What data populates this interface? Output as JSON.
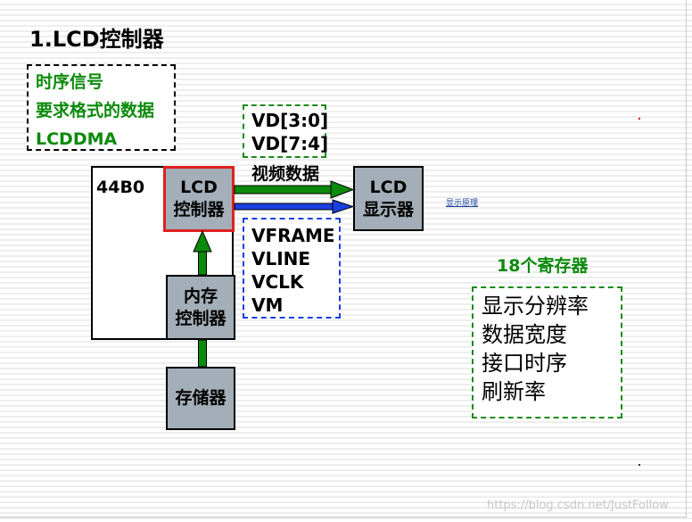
{
  "title": "1.LCD控制器",
  "timing_box": {
    "lines": [
      "时序信号",
      "要求格式的数据",
      "LCDDMA"
    ]
  },
  "chip_label": "44B0",
  "lcd_controller": {
    "lines": [
      "LCD",
      "控制器"
    ]
  },
  "memory_controller": {
    "lines": [
      "内存",
      "控制器"
    ]
  },
  "storage": {
    "label": "存储器"
  },
  "lcd_display": {
    "lines": [
      "LCD",
      "显示器"
    ]
  },
  "vd_box": {
    "lines": [
      "VD[3:0]",
      "VD[7:4]"
    ]
  },
  "video_data_label": "视频数据",
  "control_signals": {
    "lines": [
      "VFRAME",
      "VLINE",
      "VCLK",
      "VM"
    ]
  },
  "display_principle_link": "显示原理",
  "registers": {
    "heading": "18个寄存器",
    "lines": [
      "显示分辨率",
      "数据宽度",
      "接口时序",
      "刷新率"
    ]
  },
  "watermark": "https://blog.csdn.net/JustFollow",
  "colors": {
    "green": "#0b8a0b",
    "blue": "#1a3ee0",
    "red": "#e02020",
    "gray_box": "#a3aeb8"
  }
}
